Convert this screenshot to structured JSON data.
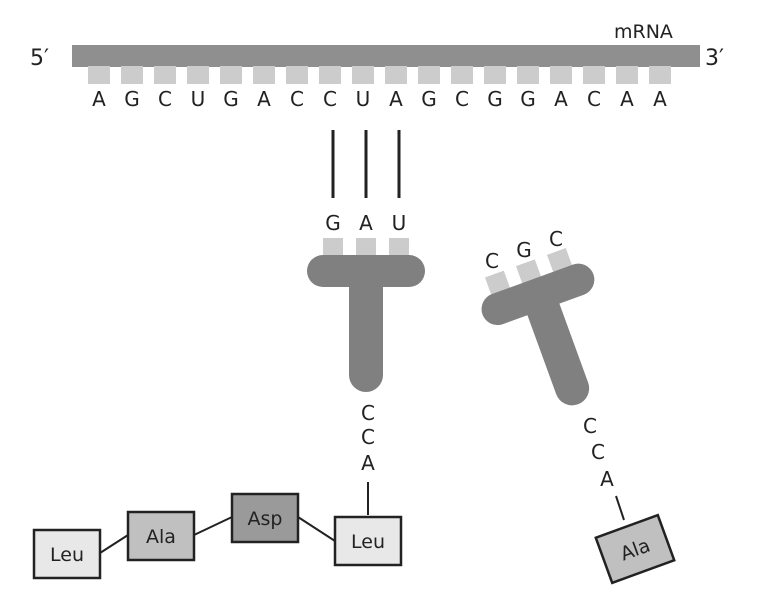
{
  "mrna": {
    "label": "mRNA",
    "five_prime": "5′",
    "three_prime": "3′",
    "bases": [
      "A",
      "G",
      "C",
      "U",
      "G",
      "A",
      "C",
      "C",
      "U",
      "A",
      "G",
      "C",
      "G",
      "G",
      "A",
      "C",
      "A",
      "A"
    ]
  },
  "trna_bound": {
    "anticodon": [
      "G",
      "A",
      "U"
    ],
    "acceptor": [
      "C",
      "C",
      "A"
    ],
    "amino_acid": "Leu"
  },
  "trna_free": {
    "anticodon": [
      "C",
      "G",
      "C"
    ],
    "acceptor": [
      "C",
      "C",
      "A"
    ],
    "amino_acid": "Ala"
  },
  "peptide_chain": [
    "Leu",
    "Ala",
    "Asp"
  ],
  "colors": {
    "strand": "#8f8f8f",
    "base_tab": "#cccccc",
    "trna_body": "#808080",
    "box_light": "#e8e8e8",
    "box_mid": "#c0c0c0",
    "box_dark": "#9a9a9a",
    "line": "#222222"
  }
}
